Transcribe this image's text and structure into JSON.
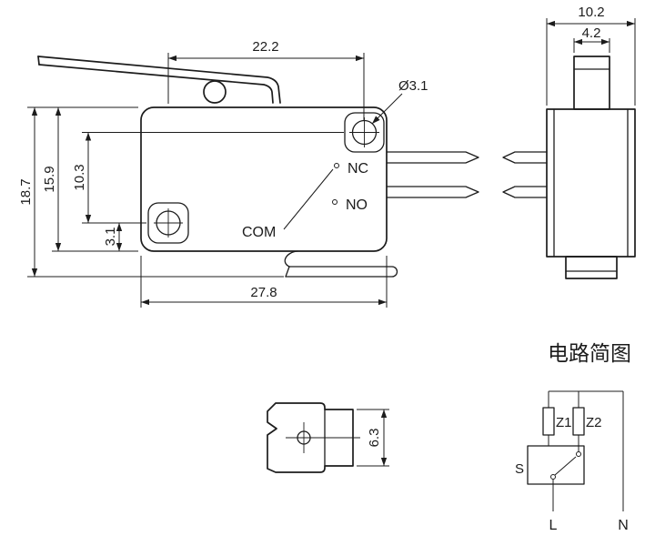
{
  "main_view": {
    "dims": {
      "width_top": "22.2",
      "width_bottom": "27.8",
      "height_total": "18.7",
      "height_body": "15.9",
      "hole_spacing": "10.3",
      "hole_edge_offset": "3.1",
      "hole_diameter": "Ø3.1"
    },
    "terminals": {
      "nc": "NC",
      "no": "NO",
      "com": "COM"
    }
  },
  "side_view": {
    "dims": {
      "width": "10.2",
      "button_width": "4.2"
    }
  },
  "bottom_view": {
    "dims": {
      "height": "6.3"
    }
  },
  "circuit": {
    "title": "电路简图",
    "components": {
      "z1": "Z1",
      "z2": "Z2",
      "s": "S"
    },
    "terminals": {
      "l": "L",
      "n": "N"
    }
  },
  "colors": {
    "line": "#1c1c1c",
    "background": "#ffffff"
  }
}
